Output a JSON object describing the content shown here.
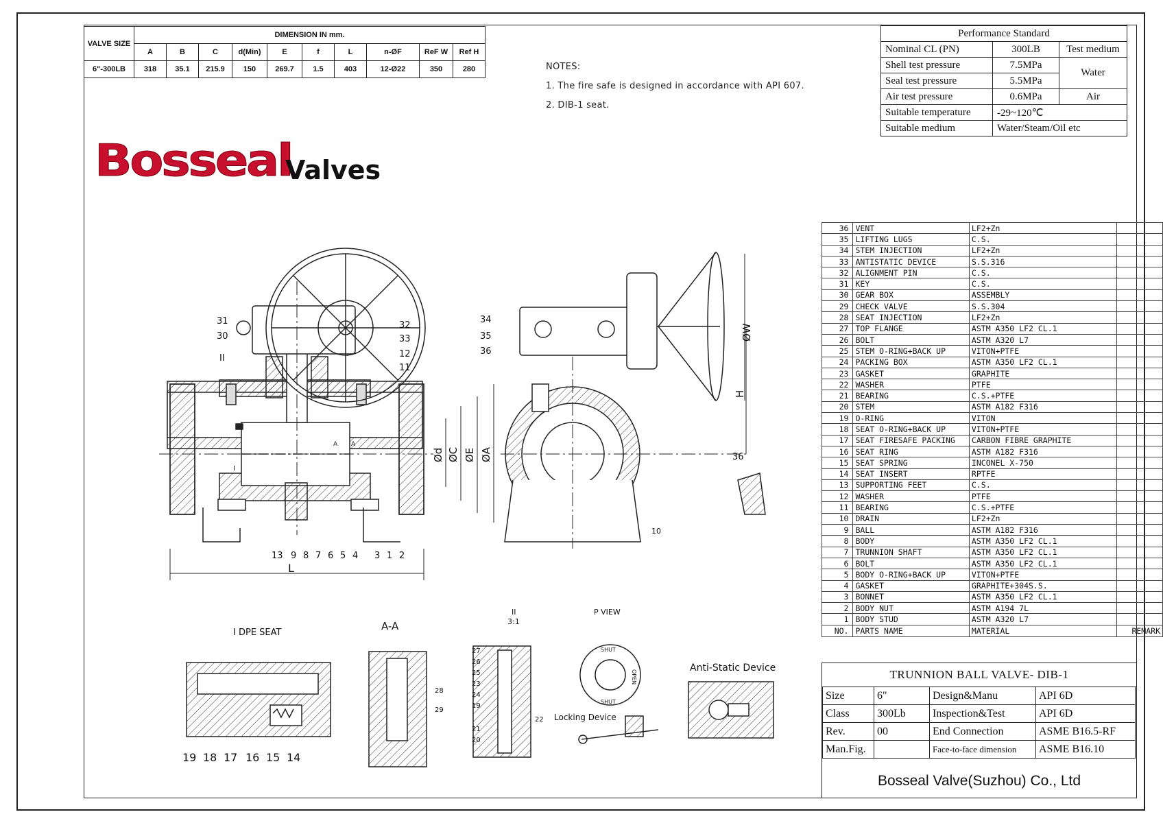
{
  "dimension_table": {
    "valve_size_label": "VALVE SIZE",
    "dimension_label": "DIMENSION IN mm.",
    "columns": [
      "A",
      "B",
      "C",
      "d(Min)",
      "E",
      "f",
      "L",
      "n-ØF",
      "ReF W",
      "Ref H"
    ],
    "rows": [
      {
        "size": "6\"-300LB",
        "values": [
          "318",
          "35.1",
          "215.9",
          "150",
          "269.7",
          "1.5",
          "403",
          "12-Ø22",
          "350",
          "280"
        ]
      }
    ]
  },
  "notes": {
    "title": "NOTES:",
    "items": [
      "1. The fire safe is designed in accordance with API 607.",
      "2. DIB-1 seat."
    ]
  },
  "logo": {
    "brand": "Bosseal",
    "suffix": "Valves",
    "brand_color": "#c8102e"
  },
  "performance": {
    "title": "Performance Standard",
    "nominal_label": "Nominal CL (PN)",
    "nominal_value": "300LB",
    "test_medium_label": "Test medium",
    "shell_label": "Shell test pressure",
    "shell_value": "7.5MPa",
    "seal_label": "Seal test pressure",
    "seal_value": "5.5MPa",
    "water": "Water",
    "air_label": "Air test pressure",
    "air_value": "0.6MPa",
    "air": "Air",
    "temp_label": "Suitable temperature",
    "temp_value": "-29~120℃",
    "medium_label": "Suitable medium",
    "medium_value": "Water/Steam/Oil etc"
  },
  "parts": [
    {
      "no": "36",
      "name": "VENT",
      "material": "LF2+Zn"
    },
    {
      "no": "35",
      "name": "LIFTING LUGS",
      "material": "C.S."
    },
    {
      "no": "34",
      "name": "STEM INJECTION",
      "material": "LF2+Zn"
    },
    {
      "no": "33",
      "name": "ANTISTATIC DEVICE",
      "material": "S.S.316"
    },
    {
      "no": "32",
      "name": "ALIGNMENT PIN",
      "material": "C.S."
    },
    {
      "no": "31",
      "name": "KEY",
      "material": "C.S."
    },
    {
      "no": "30",
      "name": "GEAR BOX",
      "material": "ASSEMBLY"
    },
    {
      "no": "29",
      "name": "CHECK VALVE",
      "material": "S.S.304"
    },
    {
      "no": "28",
      "name": "SEAT INJECTION",
      "material": "LF2+Zn"
    },
    {
      "no": "27",
      "name": "TOP FLANGE",
      "material": "ASTM A350 LF2 CL.1"
    },
    {
      "no": "26",
      "name": "BOLT",
      "material": "ASTM A320 L7"
    },
    {
      "no": "25",
      "name": "STEM O-RING+BACK UP",
      "material": "VITON+PTFE"
    },
    {
      "no": "24",
      "name": "PACKING BOX",
      "material": "ASTM A350 LF2 CL.1"
    },
    {
      "no": "23",
      "name": "GASKET",
      "material": "GRAPHITE"
    },
    {
      "no": "22",
      "name": "WASHER",
      "material": "PTFE"
    },
    {
      "no": "21",
      "name": "BEARING",
      "material": "C.S.+PTFE"
    },
    {
      "no": "20",
      "name": "STEM",
      "material": "ASTM A182 F316"
    },
    {
      "no": "19",
      "name": "O-RING",
      "material": "VITON"
    },
    {
      "no": "18",
      "name": "SEAT O-RING+BACK UP",
      "material": "VITON+PTFE"
    },
    {
      "no": "17",
      "name": "SEAT FIRESAFE PACKING",
      "material": "CARBON FIBRE GRAPHITE"
    },
    {
      "no": "16",
      "name": "SEAT RING",
      "material": "ASTM A182 F316"
    },
    {
      "no": "15",
      "name": "SEAT SPRING",
      "material": "INCONEL X-750"
    },
    {
      "no": "14",
      "name": "SEAT INSERT",
      "material": "RPTFE"
    },
    {
      "no": "13",
      "name": "SUPPORTING FEET",
      "material": "C.S."
    },
    {
      "no": "12",
      "name": "WASHER",
      "material": "PTFE"
    },
    {
      "no": "11",
      "name": "BEARING",
      "material": "C.S.+PTFE"
    },
    {
      "no": "10",
      "name": "DRAIN",
      "material": "LF2+Zn"
    },
    {
      "no": "9",
      "name": "BALL",
      "material": "ASTM A182 F316"
    },
    {
      "no": "8",
      "name": "BODY",
      "material": "ASTM A350 LF2 CL.1"
    },
    {
      "no": "7",
      "name": "TRUNNION SHAFT",
      "material": "ASTM A350 LF2 CL.1"
    },
    {
      "no": "6",
      "name": "BOLT",
      "material": "ASTM A350 LF2 CL.1"
    },
    {
      "no": "5",
      "name": "BODY O-RING+BACK UP",
      "material": "VITON+PTFE"
    },
    {
      "no": "4",
      "name": "GASKET",
      "material": "GRAPHITE+304S.S."
    },
    {
      "no": "3",
      "name": "BONNET",
      "material": "ASTM A350 LF2 CL.1"
    },
    {
      "no": "2",
      "name": "BODY NUT",
      "material": "ASTM A194 7L"
    },
    {
      "no": "1",
      "name": "BODY STUD",
      "material": "ASTM A320 L7"
    }
  ],
  "parts_header": {
    "no": "NO.",
    "name": "PARTS NAME",
    "material": "MATERIAL",
    "remark": "REMARK"
  },
  "title_block": {
    "title": "TRUNNION BALL VALVE- DIB-1",
    "size_label": "Size",
    "size_value": "6\"",
    "design_label": "Design&Manu",
    "design_value": "API 6D",
    "class_label": "Class",
    "class_value": "300Lb",
    "insp_label": "Inspection&Test",
    "insp_value": "API 6D",
    "rev_label": "Rev.",
    "rev_value": "00",
    "end_label": "End Connection",
    "end_value": "ASME B16.5-RF",
    "manfig_label": "Man.Fig.",
    "manfig_value": "",
    "f2f_label": "Face-to-face dimension",
    "f2f_value": "ASME B16.10",
    "company": "Bosseal Valve(Suzhou) Co., Ltd"
  },
  "drawing": {
    "front_callouts_top": [
      "31",
      "30",
      "II",
      "32",
      "33",
      "12",
      "11"
    ],
    "front_callouts_bottom": [
      "13",
      "9",
      "8",
      "7",
      "6",
      "5",
      "4",
      "3",
      "1",
      "2"
    ],
    "dims": [
      "ØA",
      "ØE",
      "ØC",
      "Ød",
      "L",
      "I",
      "A",
      "A"
    ],
    "side_callouts": [
      "34",
      "35",
      "36",
      "10",
      "36"
    ],
    "side_dims": [
      "ØW",
      "H"
    ],
    "detail_titles": {
      "dpe": "I  DPE SEAT",
      "aa": "A-A",
      "ii": "II",
      "ii_scale": "3:1",
      "pview": "P  VIEW",
      "antistatic": "Anti-Static Device",
      "locking": "Locking Device"
    },
    "dpe_callouts": [
      "19",
      "18",
      "17",
      "16",
      "15",
      "14"
    ],
    "aa_callouts": [
      "28",
      "29"
    ],
    "ii_callouts": [
      "27",
      "26",
      "25",
      "23",
      "24",
      "19",
      "21",
      "20",
      "22"
    ],
    "pview_marks": [
      "SHUT",
      "OPEN",
      "SHUT"
    ]
  }
}
